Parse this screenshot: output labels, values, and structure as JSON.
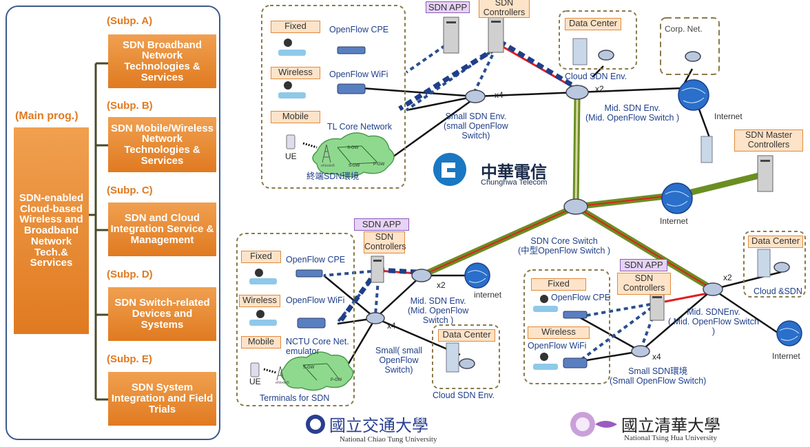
{
  "left": {
    "main_label": "(Main prog.)",
    "main_box": "SDN-enabled Cloud-based Wireless and Broadband Network Tech.& Services",
    "subprojects": [
      {
        "label": "(Subp. A)",
        "title": "SDN Broadband Network Technologies & Services"
      },
      {
        "label": "(Subp. B)",
        "title": "SDN Mobile/Wireless Network Technologies & Services"
      },
      {
        "label": "(Subp. C)",
        "title": "SDN and Cloud Integration Service & Management"
      },
      {
        "label": "(Subp. D)",
        "title": "SDN Switch-related Devices and Systems"
      },
      {
        "label": "(Subp. E)",
        "title": "SDN System Integration and Field Trials"
      }
    ]
  },
  "top": {
    "fixed": "Fixed",
    "wireless": "Wireless",
    "mobile": "Mobile",
    "openflow_cpe": "OpenFlow CPE",
    "openflow_wifi": "OpenFlow WiFi",
    "tl_core": "TL Core Network",
    "ue": "UE",
    "terminal_cn": "終端SDN環境",
    "sdn_app": "SDN APP",
    "sdn_controllers": "SDN Controllers",
    "x4": "x4",
    "small_env": "Small SDN Env.\n(small OpenFlow\nSwitch)",
    "data_center": "Data Center",
    "cloud_env": "Cloud SDN Env.",
    "x2": "x2",
    "corp_net": "Corp. Net.",
    "mid_env": "Mid. SDN Env.\n(Mid. OpenFlow Switch )",
    "internet": "Internet",
    "master_ctrl": "SDN Master Controllers"
  },
  "cht": {
    "cn": "中華電信",
    "en": "Chunghwa Telecom"
  },
  "core": {
    "internet": "Internet",
    "label": "SDN Core Switch\n(中型OpenFlow Switch )"
  },
  "bottom_left": {
    "fixed": "Fixed",
    "wireless": "Wireless",
    "mobile": "Mobile",
    "openflow_cpe": "OpenFlow CPE",
    "openflow_wifi": "OpenFlow WiFi",
    "nctu_core": "NCTU Core Net.\nemulator",
    "ue": "UE",
    "terminals": "Terminals for SDN",
    "sdn_app": "SDN APP",
    "sdn_controllers": "SDN Controllers",
    "x2": "x2",
    "internet": "internet",
    "mid_env": "Mid. SDN Env.\n(Mid. OpenFlow\nSwitch )",
    "x4": "x4",
    "small_env": "Small( small\nOpenFlow\nSwitch)",
    "data_center": "Data Center",
    "cloud_env": "Cloud SDN Env."
  },
  "bottom_right": {
    "fixed": "Fixed",
    "wireless": "Wireless",
    "openflow_cpe": "OpenFlow CPE",
    "openflow_wifi": "OpenFlow WiFi",
    "sdn_app": "SDN APP",
    "sdn_controllers": "SDN Controllers",
    "x2": "x2",
    "x4": "x4",
    "mid_env": "Mid. SDNEnv.\n( Mid. OpenFlow Switch\n)",
    "small_env": "Small SDN環境\n(Small OpenFlow Switch)",
    "data_center": "Data Center",
    "cloud_env": "Cloud &SDN",
    "internet": "Internet"
  },
  "logos": {
    "nctu_cn": "國立交通大學",
    "nctu_en": "National Chiao Tung University",
    "nthu_cn": "國立清華大學",
    "nthu_en": "National Tsing Hua University"
  },
  "colors": {
    "orange": "#e07a20",
    "blue_text": "#1f3f8a",
    "panel_border": "#3c5a8c",
    "red_link": "#e02020",
    "trunk_green": "#6b8e23",
    "dashed_blue": "#2a4f8f"
  }
}
